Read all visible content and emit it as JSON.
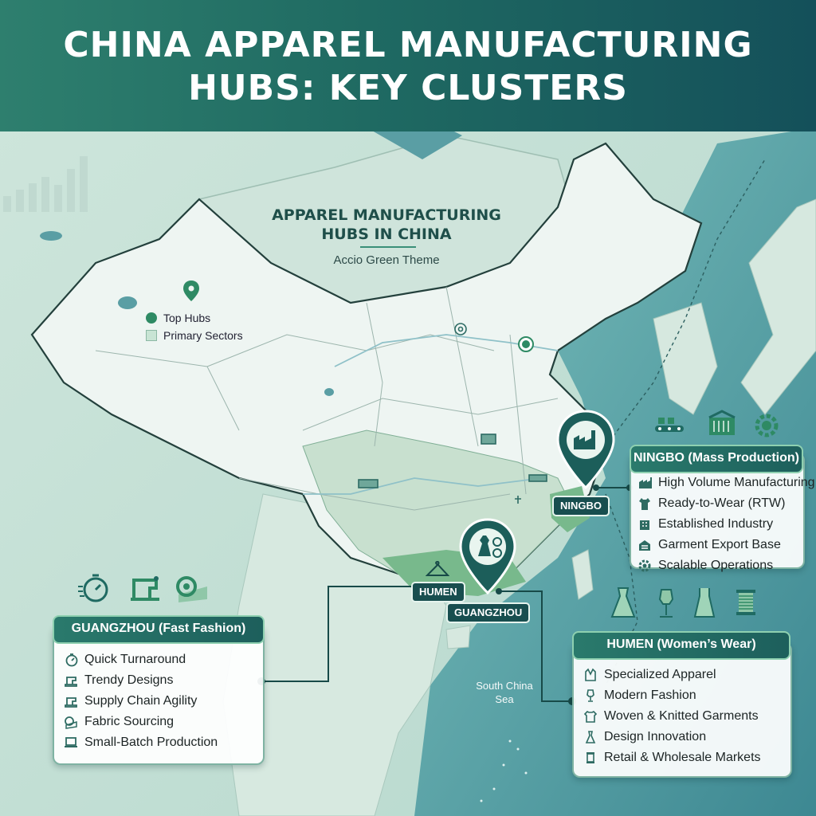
{
  "header": {
    "title_line1": "CHINA APPAREL MANUFACTURING",
    "title_line2": "HUBS: KEY CLUSTERS"
  },
  "map": {
    "title_line1": "APPAREL MANUFACTURING",
    "title_line2": "HUBS IN CHINA",
    "subtitle": "Accio Green Theme",
    "sea_label_line1": "South China",
    "sea_label_line2": "Sea"
  },
  "legend": {
    "top_hubs": "Top Hubs",
    "primary_sectors": "Primary Sectors"
  },
  "cities": {
    "ningbo": "NINGBO",
    "humen": "HUMEN",
    "guangzhou": "GUANGZHOU"
  },
  "panels": {
    "ningbo": {
      "title": "NINGBO (Mass Production)",
      "items": [
        {
          "icon": "factory-icon",
          "label": "High Volume Manufacturing"
        },
        {
          "icon": "shirt-icon",
          "label": "Ready-to-Wear (RTW)"
        },
        {
          "icon": "building-icon",
          "label": "Established Industry"
        },
        {
          "icon": "warehouse-icon",
          "label": "Garment Export Base"
        },
        {
          "icon": "gear-icon",
          "label": "Scalable Operations"
        }
      ]
    },
    "guangzhou": {
      "title": "GUANGZHOU (Fast Fashion)",
      "items": [
        {
          "icon": "stopwatch-icon",
          "label": "Quick Turnaround"
        },
        {
          "icon": "sewing-machine-icon",
          "label": "Trendy Designs"
        },
        {
          "icon": "sewing-machine-icon",
          "label": "Supply Chain Agility"
        },
        {
          "icon": "fabric-roll-icon",
          "label": "Fabric Sourcing"
        },
        {
          "icon": "laptop-icon",
          "label": "Small-Batch Production"
        }
      ]
    },
    "humen": {
      "title": "HUMEN (Women’s Wear)",
      "items": [
        {
          "icon": "coat-icon",
          "label": "Specialized Apparel"
        },
        {
          "icon": "mannequin-icon",
          "label": "Modern Fashion"
        },
        {
          "icon": "tshirt-icon",
          "label": "Woven & Knitted Garments"
        },
        {
          "icon": "dress-icon",
          "label": "Design Innovation"
        },
        {
          "icon": "thread-spool-icon",
          "label": "Retail & Wholesale Markets"
        }
      ]
    }
  },
  "colors": {
    "header_start": "#2e7f6e",
    "header_end": "#14505a",
    "land": "#eef5f2",
    "land_green": "#c8e0cf",
    "hub_green": "#78b98c",
    "sea": "#4f9a9f",
    "accent": "#1d5f5c"
  }
}
